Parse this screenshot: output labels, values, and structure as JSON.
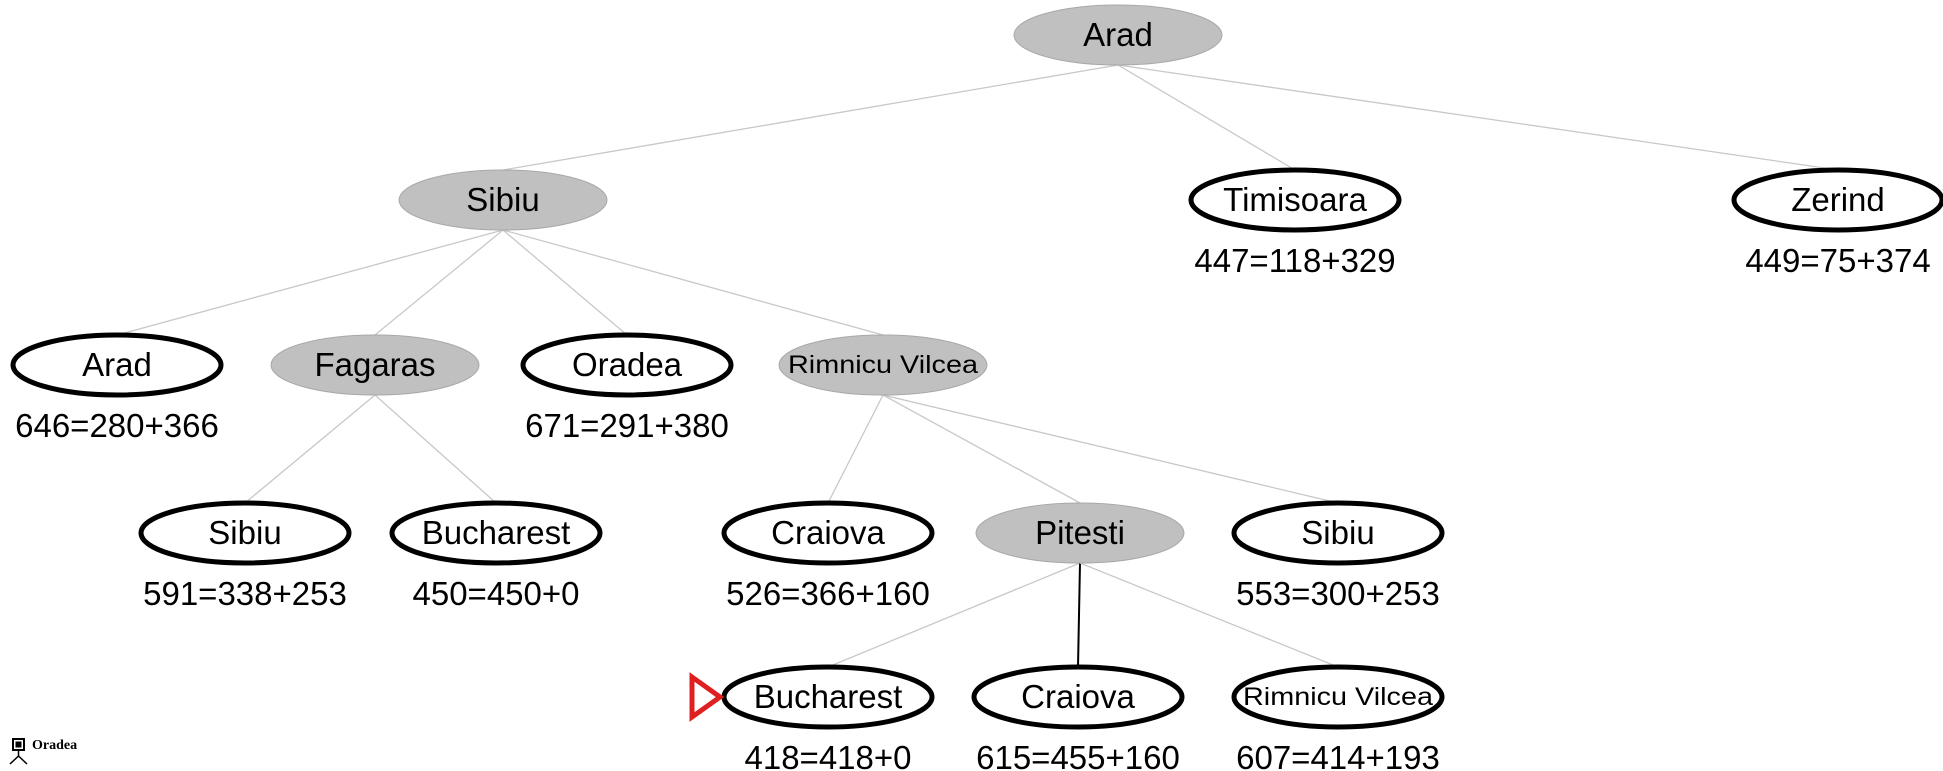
{
  "colors": {
    "expanded_fill": "#c0c0c0",
    "frontier_fill": "#ffffff",
    "edge": "#c8c8c8",
    "highlight_edge": "#000000",
    "pointer": "#e02020"
  },
  "nodes": [
    {
      "id": "n0",
      "label": "Arad",
      "state": "expanded"
    },
    {
      "id": "n1",
      "label": "Sibiu",
      "state": "expanded",
      "parent": "n0"
    },
    {
      "id": "n2",
      "label": "Timisoara",
      "cost": "447=118+329",
      "state": "frontier",
      "parent": "n0"
    },
    {
      "id": "n3",
      "label": "Zerind",
      "cost": "449=75+374",
      "state": "frontier",
      "parent": "n0"
    },
    {
      "id": "n4",
      "label": "Arad",
      "cost": "646=280+366",
      "state": "frontier",
      "parent": "n1"
    },
    {
      "id": "n5",
      "label": "Fagaras",
      "state": "expanded",
      "parent": "n1"
    },
    {
      "id": "n6",
      "label": "Oradea",
      "cost": "671=291+380",
      "state": "frontier",
      "parent": "n1"
    },
    {
      "id": "n7",
      "label": "Rimnicu Vilcea",
      "state": "expanded",
      "parent": "n1"
    },
    {
      "id": "n8",
      "label": "Sibiu",
      "cost": "591=338+253",
      "state": "frontier",
      "parent": "n5"
    },
    {
      "id": "n9",
      "label": "Bucharest",
      "cost": "450=450+0",
      "state": "frontier",
      "parent": "n5"
    },
    {
      "id": "n10",
      "label": "Craiova",
      "cost": "526=366+160",
      "state": "frontier",
      "parent": "n7"
    },
    {
      "id": "n11",
      "label": "Pitesti",
      "state": "expanded",
      "parent": "n7"
    },
    {
      "id": "n12",
      "label": "Sibiu",
      "cost": "553=300+253",
      "state": "frontier",
      "parent": "n7"
    },
    {
      "id": "n13",
      "label": "Bucharest",
      "cost": "418=418+0",
      "state": "frontier",
      "parent": "n11",
      "selected": true
    },
    {
      "id": "n14",
      "label": "Craiova",
      "cost": "615=455+160",
      "state": "frontier",
      "parent": "n11",
      "highlight_edge": true
    },
    {
      "id": "n15",
      "label": "Rimnicu Vilcea",
      "cost": "607=414+193",
      "state": "frontier",
      "parent": "n11"
    }
  ],
  "corner_note": {
    "icon": "map-pin-icon",
    "text": "Oradea"
  }
}
